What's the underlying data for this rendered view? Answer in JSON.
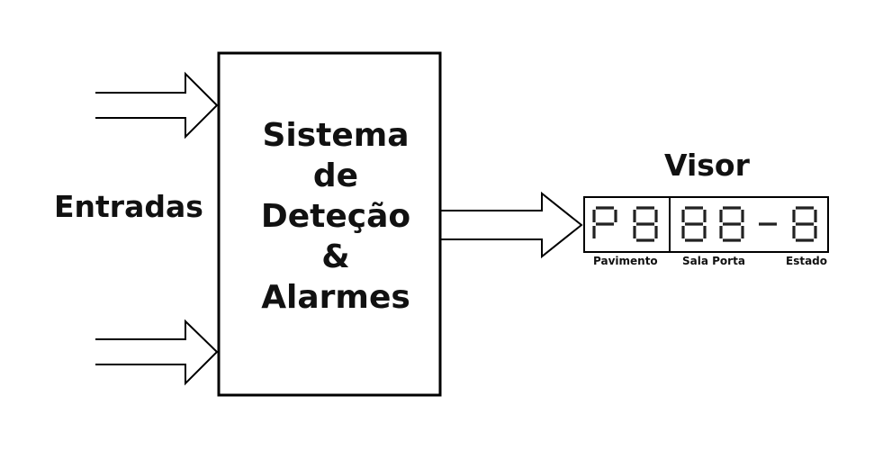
{
  "inputs_label": "Entradas",
  "system_label_lines": [
    "Sistema",
    "de",
    "Deteção",
    "&",
    "Alarmes"
  ],
  "display": {
    "title": "Visor",
    "left_digits": [
      "P",
      "8"
    ],
    "right_digits": [
      "8",
      "8",
      "-",
      "8"
    ],
    "labels": {
      "floor": "Pavimento",
      "room_door": "Sala Porta",
      "state": "Estado"
    }
  },
  "colors": {
    "line": "#000000",
    "digit_segment": "#222222",
    "background": "#ffffff"
  }
}
